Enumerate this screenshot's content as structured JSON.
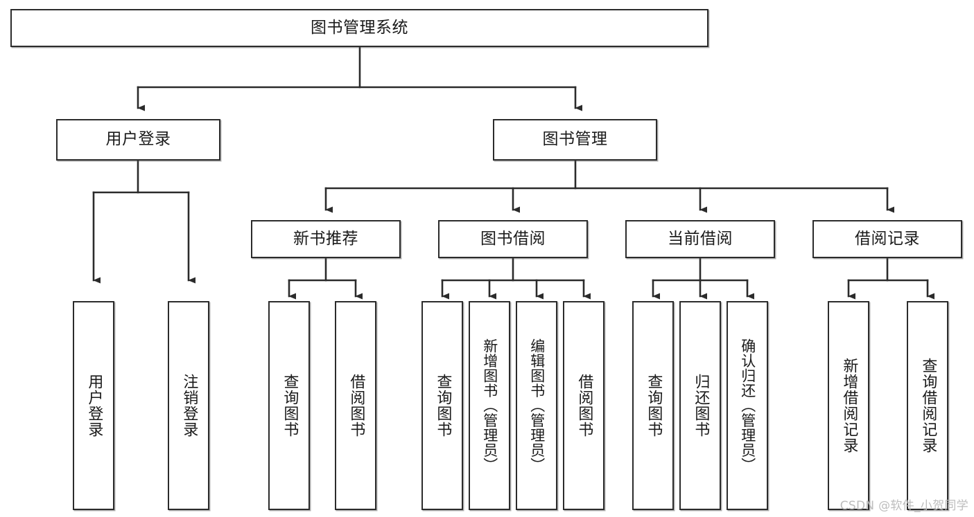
{
  "diagram": {
    "title": "图书管理系统",
    "type": "tree",
    "watermark": "CSDN @软件_小贺同学",
    "colors": {
      "border": "#2b2b2b",
      "background": "#ffffff",
      "text": "#1a1a1a",
      "connector": "#2b2b2b",
      "watermark": "#bdbdbd"
    },
    "root": {
      "label": "图书管理系统"
    },
    "level2": [
      {
        "label": "用户登录"
      },
      {
        "label": "图书管理"
      }
    ],
    "level3": [
      {
        "label": "新书推荐"
      },
      {
        "label": "图书借阅"
      },
      {
        "label": "当前借阅"
      },
      {
        "label": "借阅记录"
      }
    ],
    "leaves": {
      "user_login": [
        {
          "label": "用户登录"
        },
        {
          "label": "注销登录"
        }
      ],
      "new_book_recommend": [
        {
          "label": "查询图书"
        },
        {
          "label": "借阅图书"
        }
      ],
      "book_borrow": [
        {
          "label": "查询图书"
        },
        {
          "label": "新增图书（管理员）"
        },
        {
          "label": "编辑图书（管理员）"
        },
        {
          "label": "借阅图书"
        }
      ],
      "current_borrow": [
        {
          "label": "查询图书"
        },
        {
          "label": "归还图书"
        },
        {
          "label": "确认归还（管理员）"
        }
      ],
      "borrow_record": [
        {
          "label": "新增借阅记录"
        },
        {
          "label": "查询借阅记录"
        }
      ]
    }
  }
}
